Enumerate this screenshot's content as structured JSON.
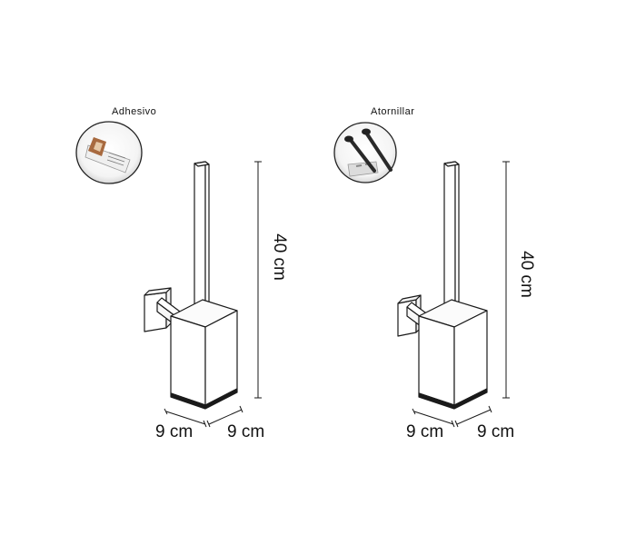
{
  "left": {
    "mount_label": "Adhesivo",
    "mount_icon": "adhesive-tube-icon",
    "height_label": "40 cm",
    "width_label": "9 cm",
    "depth_label": "9 cm"
  },
  "right": {
    "mount_label": "Atornillar",
    "mount_icon": "screws-and-plugs-icon",
    "height_label": "40 cm",
    "width_label": "9 cm",
    "depth_label": "9 cm"
  }
}
